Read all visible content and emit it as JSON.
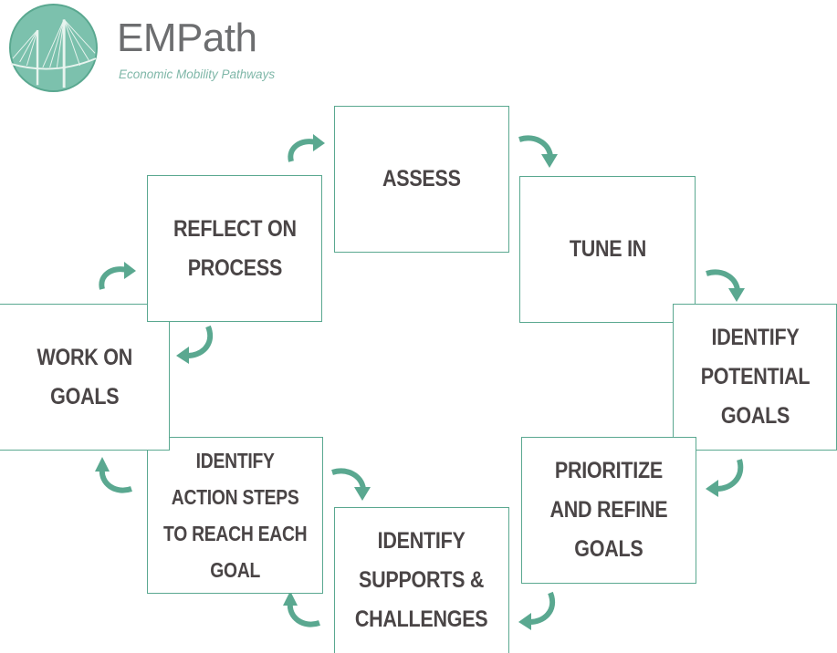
{
  "logo": {
    "name": "EMPath",
    "tagline": "Economic Mobility Pathways",
    "brand_color": "#5aa890",
    "icon": "bridge-circle-logo"
  },
  "diagram": {
    "accent_color": "#5aa890",
    "text_color": "#4a4546",
    "arrow_icon": "curved-arrow-icon",
    "steps": [
      {
        "line1": "ASSESS",
        "line2": ""
      },
      {
        "line1": "TUNE IN",
        "line2": ""
      },
      {
        "line1": "IDENTIFY",
        "line2": "POTENTIAL",
        "line3": "GOALS"
      },
      {
        "line1": "PRIORITIZE",
        "line2": "AND REFINE",
        "line3": "GOALS"
      },
      {
        "line1": "IDENTIFY",
        "line2": "SUPPORTS &",
        "line3": "CHALLENGES"
      },
      {
        "line1": "IDENTIFY",
        "line2": "ACTION STEPS",
        "line3": "TO REACH EACH",
        "line4": "GOAL"
      },
      {
        "line1": "WORK ON",
        "line2": "GOALS"
      },
      {
        "line1": "REFLECT ON",
        "line2": "PROCESS"
      }
    ]
  }
}
